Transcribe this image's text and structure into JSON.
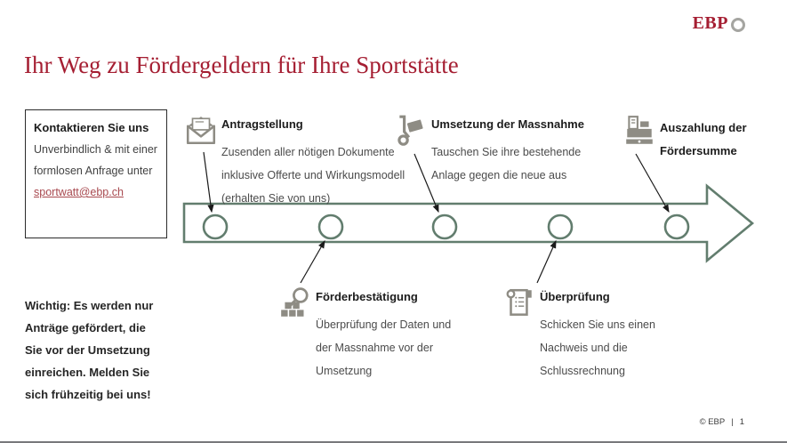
{
  "logo": {
    "text": "EBP",
    "ring_icon": "ring-icon"
  },
  "title": "Ihr Weg zu Fördergeldern für Ihre Sportstätte",
  "contact_box": {
    "heading": "Kontaktieren Sie uns",
    "line1": "Unverbindlich & mit einer",
    "line2": "formlosen Anfrage unter",
    "email": "sportwatt@ebp.ch"
  },
  "steps_top": [
    {
      "icon": "envelope-icon",
      "title": "Antragstellung",
      "lines": [
        "Zusenden aller nötigen Dokumente",
        "inklusive Offerte und Wirkungsmodell",
        "(erhalten Sie von uns)"
      ]
    },
    {
      "icon": "handtruck-icon",
      "title": "Umsetzung der Massnahme",
      "lines": [
        "Tauschen Sie ihre bestehende",
        "Anlage gegen die neue aus"
      ]
    },
    {
      "icon": "cash-register-icon",
      "title": "Auszahlung der Fördersumme",
      "lines": []
    }
  ],
  "steps_bottom": [
    {
      "icon": "magnifier-blocks-icon",
      "title": "Förderbestätigung",
      "lines": [
        "Überprüfung der Daten und",
        "der Massnahme vor der",
        "Umsetzung"
      ]
    },
    {
      "icon": "receipt-icon",
      "title": "Überprüfung",
      "lines": [
        "Schicken Sie uns einen",
        "Nachweis und die",
        "Schlussrechnung"
      ]
    }
  ],
  "important_note": {
    "lines": [
      "Wichtig: Es werden nur",
      "Anträge gefördert, die",
      "Sie vor der Umsetzung",
      "einreichen. Melden Sie",
      "sich frühzeitig bei uns!"
    ]
  },
  "footer": {
    "copyright": "© EBP",
    "separator": "|",
    "page": "1"
  },
  "timeline": {
    "milestones": 5
  },
  "colors": {
    "accent_red": "#a51e32",
    "link_red": "#a8494f",
    "arrow_green": "#627d6e",
    "icon_gray": "#8e8c84",
    "text_dark": "#1c1c1c",
    "text_body": "#4b4b4b"
  }
}
